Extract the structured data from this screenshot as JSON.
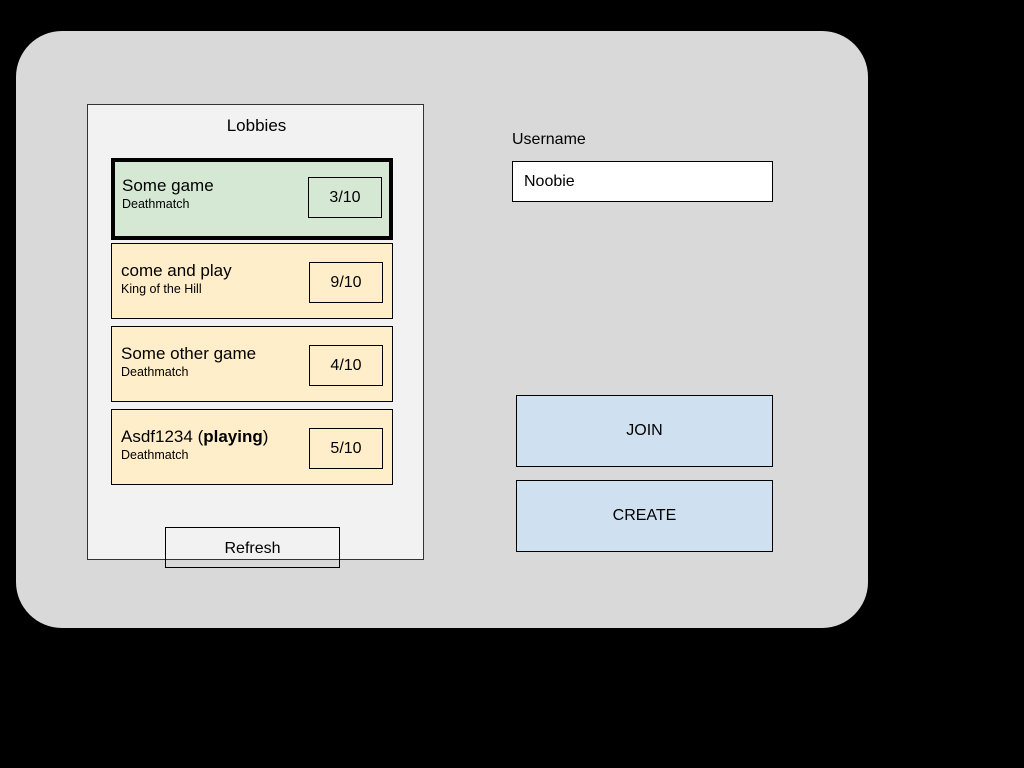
{
  "window": {
    "background_color": "#000000",
    "panel_color": "#d9d9d9"
  },
  "lobbies_panel": {
    "title": "Lobbies",
    "background_color": "#f2f2f2",
    "selected_color": "#d5e8d4",
    "item_color": "#ffeec9",
    "items": [
      {
        "name": "Some game",
        "mode": "Deathmatch",
        "count": "3/10",
        "selected": true,
        "playing": false,
        "playing_label": ""
      },
      {
        "name": "come and play",
        "mode": "King of the Hill",
        "count": "9/10",
        "selected": false,
        "playing": false,
        "playing_label": ""
      },
      {
        "name": "Some other game",
        "mode": "Deathmatch",
        "count": "4/10",
        "selected": false,
        "playing": false,
        "playing_label": ""
      },
      {
        "name": "Asdf1234",
        "mode": "Deathmatch",
        "count": "5/10",
        "selected": false,
        "playing": true,
        "playing_label": "playing"
      }
    ],
    "refresh_label": "Refresh"
  },
  "side_panel": {
    "username_label": "Username",
    "username_value": "Noobie",
    "username_placeholder": "Username",
    "join_label": "JOIN",
    "create_label": "CREATE",
    "button_color": "#cfe0f0"
  }
}
